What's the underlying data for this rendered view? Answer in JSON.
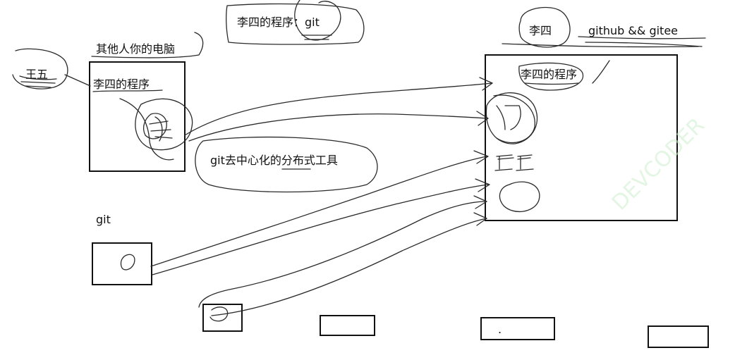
{
  "top_label": "李四的程序：git",
  "remote": {
    "owner": "李四",
    "hosts": "github && gitee",
    "program": "李四的程序",
    "sketch_text": "II"
  },
  "local": {
    "caption": "其他人你的电脑",
    "user": "王五",
    "program": "李四的程序"
  },
  "middle_label": "git去中心化的分布式工具",
  "git_label": "git",
  "dot": ".",
  "watermark": "DEVCODER",
  "colors": {
    "ink": "#111111",
    "watermark": "#cdeecd"
  }
}
